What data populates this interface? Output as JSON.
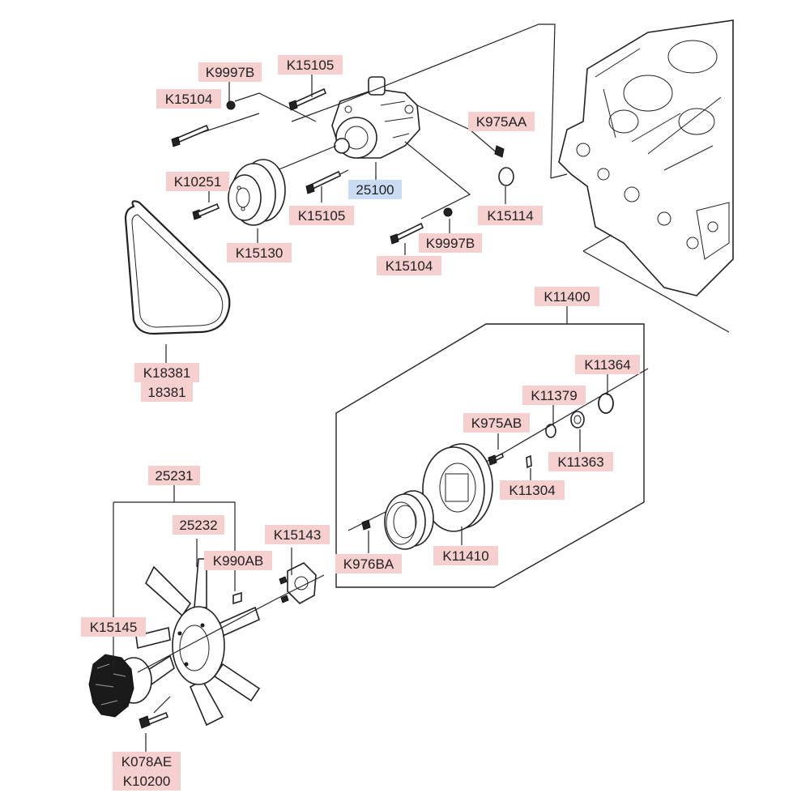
{
  "labels": {
    "k9997b_top": "K9997B",
    "k15105_top": "K15105",
    "k15104_top": "K15104",
    "k975aa": "K975AA",
    "k10251": "K10251",
    "p25100": "25100",
    "k15105_mid": "K15105",
    "k15114": "K15114",
    "k9997b_mid": "K9997B",
    "k15130": "K15130",
    "k15104_mid": "K15104",
    "k11400": "K11400",
    "k18381": "K18381",
    "p18381": "18381",
    "k11364": "K11364",
    "k11379": "K11379",
    "k975ab": "K975AB",
    "k11363": "K11363",
    "k11304": "K11304",
    "p25231": "25231",
    "p25232": "25232",
    "k15143": "K15143",
    "k990ab": "K990AB",
    "k976ba": "K976BA",
    "k11410": "K11410",
    "k15145": "K15145",
    "k078ae": "K078AE",
    "k10200": "K10200"
  }
}
